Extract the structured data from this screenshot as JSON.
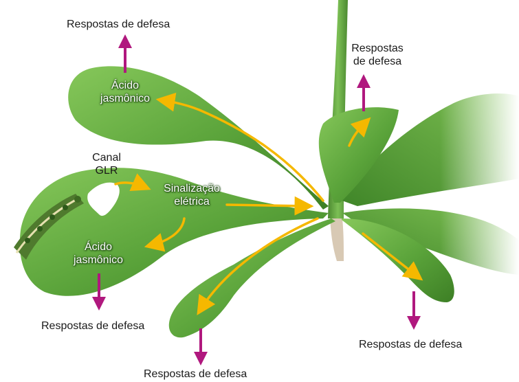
{
  "labels": {
    "defense_top_left": "Respostas de defesa",
    "defense_top_right_l1": "Respostas",
    "defense_top_right_l2": "de defesa",
    "acid_upper_l1": "Ácido",
    "acid_upper_l2": "jasmônico",
    "canal_l1": "Canal",
    "canal_l2": "GLR",
    "signal_l1": "Sinalização",
    "signal_l2": "elétrica",
    "acid_lower_l1": "Ácido",
    "acid_lower_l2": "jasmônico",
    "defense_bottom_left": "Respostas de defesa",
    "defense_bottom_center": "Respostas de defesa",
    "defense_bottom_right": "Respostas de defesa"
  },
  "colors": {
    "signal_arrow": "#f5b800",
    "defense_arrow": "#b0187e",
    "leaf_dark": "#3f8a28",
    "leaf_light": "#7cc050",
    "stem": "#5e9e3c",
    "caterpillar": "#4f7a2e"
  }
}
